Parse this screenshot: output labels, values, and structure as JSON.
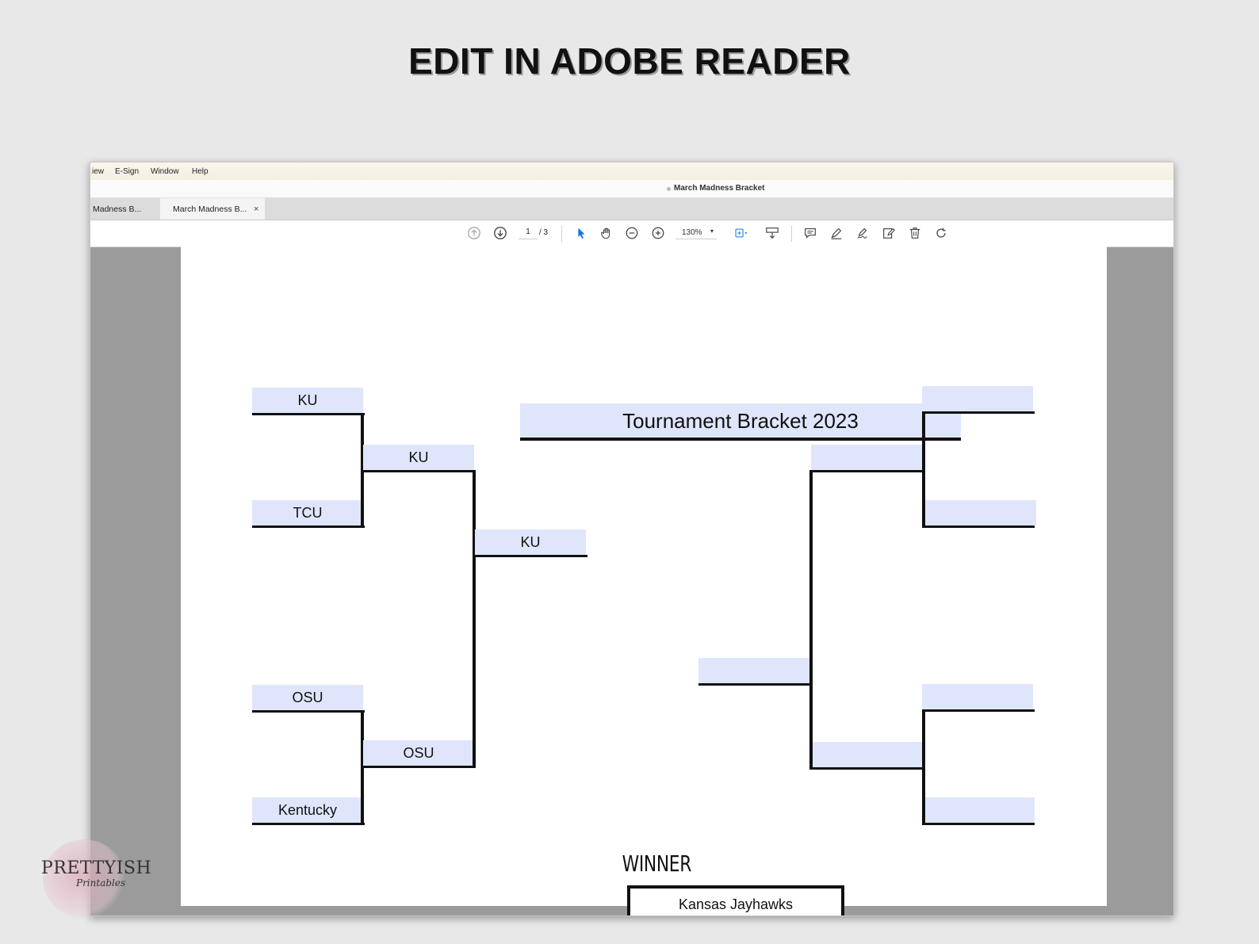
{
  "headline": "EDIT IN ADOBE READER",
  "menu": [
    "iew",
    "E-Sign",
    "Window",
    "Help"
  ],
  "window_title": "March Madness Bracket",
  "tabs": [
    {
      "label": "Madness B...",
      "active": false
    },
    {
      "label": "March Madness B...",
      "active": true,
      "close": "×"
    }
  ],
  "toolbar": {
    "page_current": "1",
    "page_total": "/ 3",
    "zoom": "130%",
    "icons": [
      "prev-page-icon",
      "next-page-icon",
      "select-arrow-icon",
      "hand-icon",
      "zoom-out-icon",
      "zoom-in-icon",
      "fit-page-icon",
      "scroll-mode-icon",
      "comment-icon",
      "highlight-icon",
      "sign-icon",
      "edit-icon",
      "delete-icon",
      "rotate-icon"
    ]
  },
  "document": {
    "title": "Tournament Bracket 2023",
    "left_bracket": {
      "round1": [
        "KU",
        "TCU",
        "OSU",
        "Kentucky"
      ],
      "round2": [
        "KU",
        "OSU"
      ],
      "round3": [
        "KU"
      ]
    },
    "right_bracket": {
      "round1": [
        "",
        "",
        "",
        ""
      ],
      "round2": [
        "",
        ""
      ],
      "round3": [
        ""
      ]
    },
    "winner_label": "WINNER",
    "winner_value": "Kansas Jayhawks"
  },
  "logo": {
    "line1": "PRETTYISH",
    "line2": "Printables"
  },
  "colors": {
    "field_fill": "#dfe6fc",
    "background": "#e8e8e8",
    "gutter": "#9b9b9b",
    "accent_blue": "#1473e6"
  }
}
